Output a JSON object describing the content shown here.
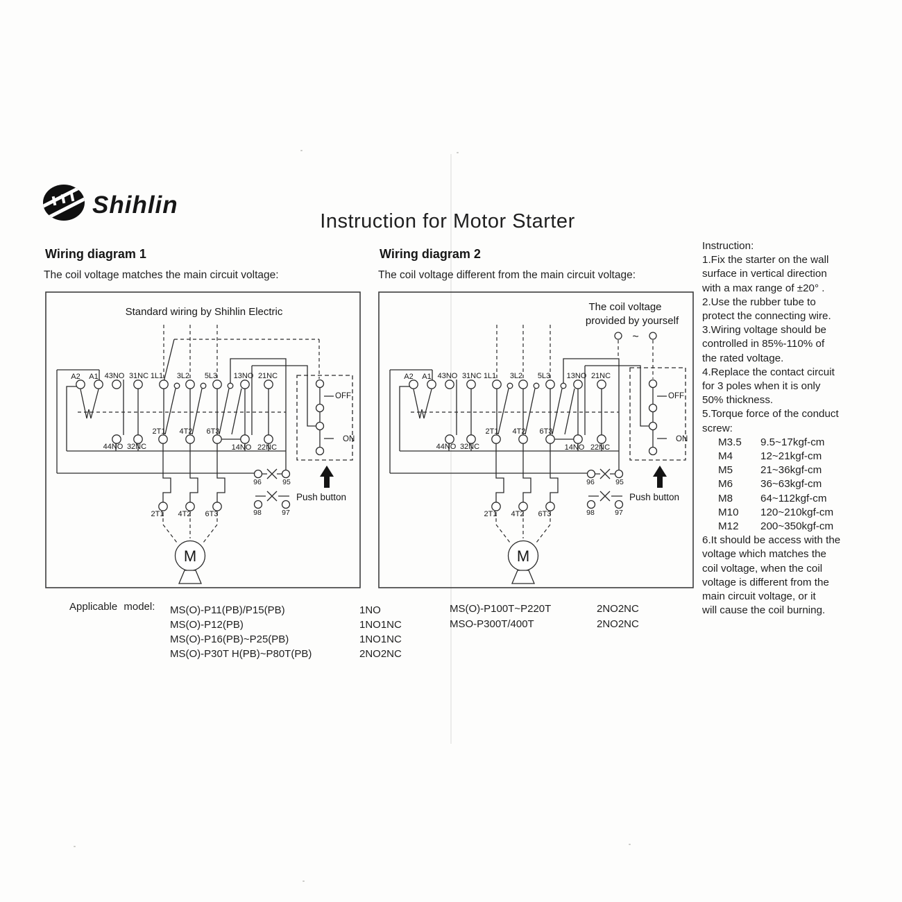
{
  "page": {
    "brand": "Shihlin",
    "title": "Instruction for Motor Starter"
  },
  "diagram1": {
    "heading": "Wiring diagram 1",
    "subtitle": "The coil voltage matches the main circuit voltage:",
    "caption": "Standard wiring by Shihlin Electric",
    "terminals": {
      "a2": "A2",
      "a1": "A1",
      "no43": "43NO",
      "nc31": "31NC",
      "l1": "1L1",
      "l2": "3L2",
      "l3": "5L3",
      "no13": "13NO",
      "nc21": "21NC",
      "no44": "44NO",
      "nc32": "32NC",
      "t1": "2T1",
      "t2": "4T2",
      "t3": "6T3",
      "no14": "14NO",
      "nc22": "22NC",
      "t1b": "2T1",
      "t2b": "4T2",
      "t3b": "6T3"
    },
    "overload": {
      "n96": "96",
      "n95": "95",
      "n98": "98",
      "n97": "97"
    },
    "pushbutton": {
      "off": "OFF",
      "on": "ON",
      "label": "Push button"
    },
    "motor": "M"
  },
  "diagram2": {
    "heading": "Wiring diagram 2",
    "subtitle": "The coil voltage different from the main circuit voltage:",
    "caption_line1": "The coil voltage",
    "caption_line2": "provided by yourself",
    "supply_symbol": "~",
    "terminals": {
      "a2": "A2",
      "a1": "A1",
      "no43": "43NO",
      "nc31": "31NC",
      "l1": "1L1",
      "l2": "3L2",
      "l3": "5L3",
      "no13": "13NO",
      "nc21": "21NC",
      "no44": "44NO",
      "nc32": "32NC",
      "t1": "2T1",
      "t2": "4T2",
      "t3": "6T3",
      "no14": "14NO",
      "nc22": "22NC",
      "t1b": "2T1",
      "t2b": "4T2",
      "t3b": "6T3"
    },
    "overload": {
      "n96": "96",
      "n95": "95",
      "n98": "98",
      "n97": "97"
    },
    "pushbutton": {
      "off": "OFF",
      "on": "ON",
      "label": "Push button"
    },
    "motor": "M"
  },
  "models": {
    "label": "Applicable model:",
    "group1": [
      {
        "name": "MS(O)-P11(PB)/P15(PB)",
        "contacts": "1NO"
      },
      {
        "name": "MS(O)-P12(PB)",
        "contacts": "1NO1NC"
      },
      {
        "name": "MS(O)-P16(PB)~P25(PB)",
        "contacts": "1NO1NC"
      },
      {
        "name": "MS(O)-P30T H(PB)~P80T(PB)",
        "contacts": "2NO2NC"
      }
    ],
    "group2": [
      {
        "name": "MS(O)-P100T~P220T",
        "contacts": "2NO2NC"
      },
      {
        "name": "MSO-P300T/400T",
        "contacts": "2NO2NC"
      }
    ]
  },
  "instructions": {
    "title": "Instruction:",
    "para1": [
      "1.Fix the starter on the wall",
      "surface in vertical direction",
      "with a max range of ±20° .",
      "2.Use the rubber tube to",
      "protect the connecting wire.",
      "3.Wiring voltage should be",
      "controlled in 85%-110% of",
      "the rated voltage.",
      "4.Replace the contact circuit",
      "for 3 poles when it is only",
      "50%  thickness.",
      "5.Torque force of the conduct",
      "screw:"
    ],
    "torque": [
      {
        "size": "M3.5",
        "range": "9.5~17kgf-cm"
      },
      {
        "size": "M4",
        "range": "12~21kgf-cm"
      },
      {
        "size": "M5",
        "range": "21~36kgf-cm"
      },
      {
        "size": "M6",
        "range": "36~63kgf-cm"
      },
      {
        "size": "M8",
        "range": "64~112kgf-cm"
      },
      {
        "size": "M10",
        "range": "120~210kgf-cm"
      },
      {
        "size": "M12",
        "range": "200~350kgf-cm"
      }
    ],
    "para2": [
      "6.It should be access with the",
      "voltage which matches the",
      "coil voltage, when the coil",
      "voltage is different from the",
      "main circuit voltage, or it",
      " will cause the coil burning."
    ]
  }
}
